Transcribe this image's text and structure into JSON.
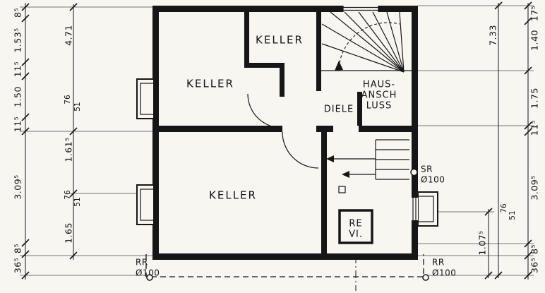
{
  "rooms": {
    "keller_top": "KELLER",
    "keller_left": "KELLER",
    "keller_main": "KELLER",
    "diele": "DIELE",
    "haus1": "HAUS-",
    "haus2": "ANSCH",
    "haus3": "LUSS",
    "re": "RE",
    "vi": "VI."
  },
  "fixtures": {
    "sr_label": "SR",
    "sr_size": "Ø100",
    "rr_left_label": "RR",
    "rr_left_size": "Ø100",
    "rr_right_label": "RR",
    "rr_right_size": "Ø100"
  },
  "dims": {
    "left_outer": [
      "8⁵",
      "1.53⁵",
      "11⁵",
      "1.50",
      "11⁵",
      "3.09⁵",
      "8⁵",
      "36⁵"
    ],
    "left_inner": [
      "4.71",
      "1.61⁵",
      "1.65"
    ],
    "left_sturz_1": [
      "76",
      "51"
    ],
    "left_sturz_2": [
      "76",
      "51"
    ],
    "right_total": "7.33",
    "right_outer": [
      "17⁵",
      "1.40",
      "1.75",
      "11⁵",
      "3.09⁵",
      "8⁵",
      "36⁵"
    ],
    "right_sturz": [
      "76",
      "51"
    ],
    "right_inner": "1.07⁵"
  }
}
